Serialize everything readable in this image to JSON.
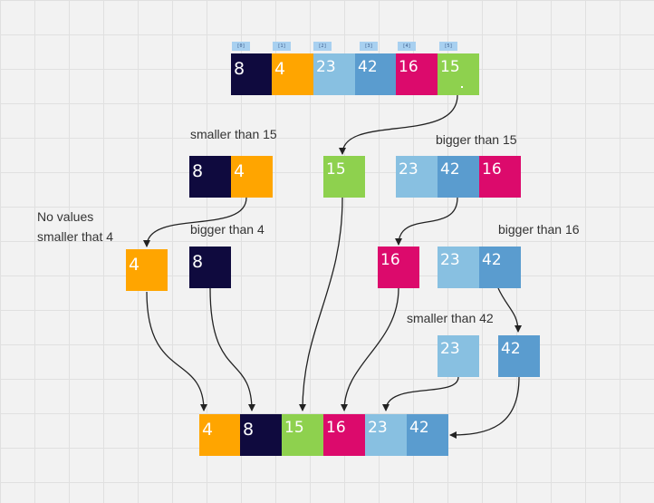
{
  "top_array": {
    "indices": [
      "[0]",
      "[1]",
      "[2]",
      "[3]",
      "[4]",
      "[5]"
    ],
    "values": [
      "8",
      "4",
      "23",
      "42",
      "16",
      "15"
    ]
  },
  "labels": {
    "smaller_than_15": "smaller than 15",
    "bigger_than_15": "bigger than 15",
    "no_values_line1": "No values",
    "no_values_line2": "smaller that 4",
    "bigger_than_4": "bigger than 4",
    "bigger_than_16": "bigger than 16",
    "smaller_than_42": "smaller than 42"
  },
  "level1": {
    "left": [
      "8",
      "4"
    ],
    "pivot": "15",
    "right": [
      "23",
      "42",
      "16"
    ]
  },
  "level2": {
    "pivot_left": "4",
    "bigger_than_4": "8",
    "pivot_right": "16",
    "bigger_than_16": [
      "23",
      "42"
    ]
  },
  "level3": {
    "smaller_than_42": "23",
    "pivot": "42"
  },
  "sorted_array": [
    "4",
    "8",
    "15",
    "16",
    "23",
    "42"
  ],
  "colors": {
    "dark_navy": "#0f0a3e",
    "orange": "#ffa500",
    "light_blue": "#88c0e1",
    "mid_blue": "#5a9ccf",
    "pink": "#dc0a6c",
    "green": "#8ed14e",
    "index_tag": "#a8d0f0",
    "arrow": "#222222"
  }
}
